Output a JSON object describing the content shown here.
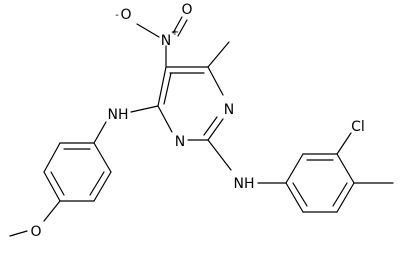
{
  "molecule": {
    "labels": {
      "o_minus": "O",
      "o_minus_charge": "-",
      "n_plus": "N",
      "n_plus_charge": "+",
      "o_double": "O",
      "n_ring_right": "N",
      "n_ring_bottom": "N",
      "nh_left": "NH",
      "nh_right": "NH",
      "cl": "Cl",
      "o_methoxy": "O"
    }
  }
}
